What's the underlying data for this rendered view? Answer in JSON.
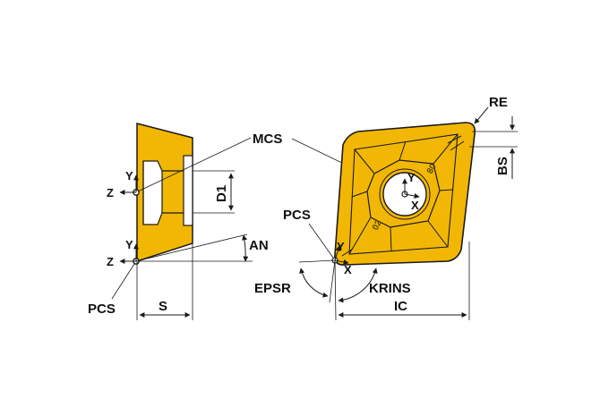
{
  "diagram": {
    "labels": {
      "mcs": "MCS",
      "pcs_left": "PCS",
      "pcs_right": "PCS",
      "s": "S",
      "an": "AN",
      "d1": "D1",
      "epsr": "EPSR",
      "krins": "KRINS",
      "ic": "IC",
      "re": "RE",
      "bs": "BS"
    },
    "axes": {
      "y": "Y",
      "z": "Z",
      "x": "X"
    },
    "engravings": {
      "top": "80",
      "left": "02"
    },
    "colors": {
      "insert_fill": "#f2b705",
      "insert_outline": "#1a1a1a",
      "line": "#1a1a1a",
      "background": "#ffffff"
    }
  }
}
